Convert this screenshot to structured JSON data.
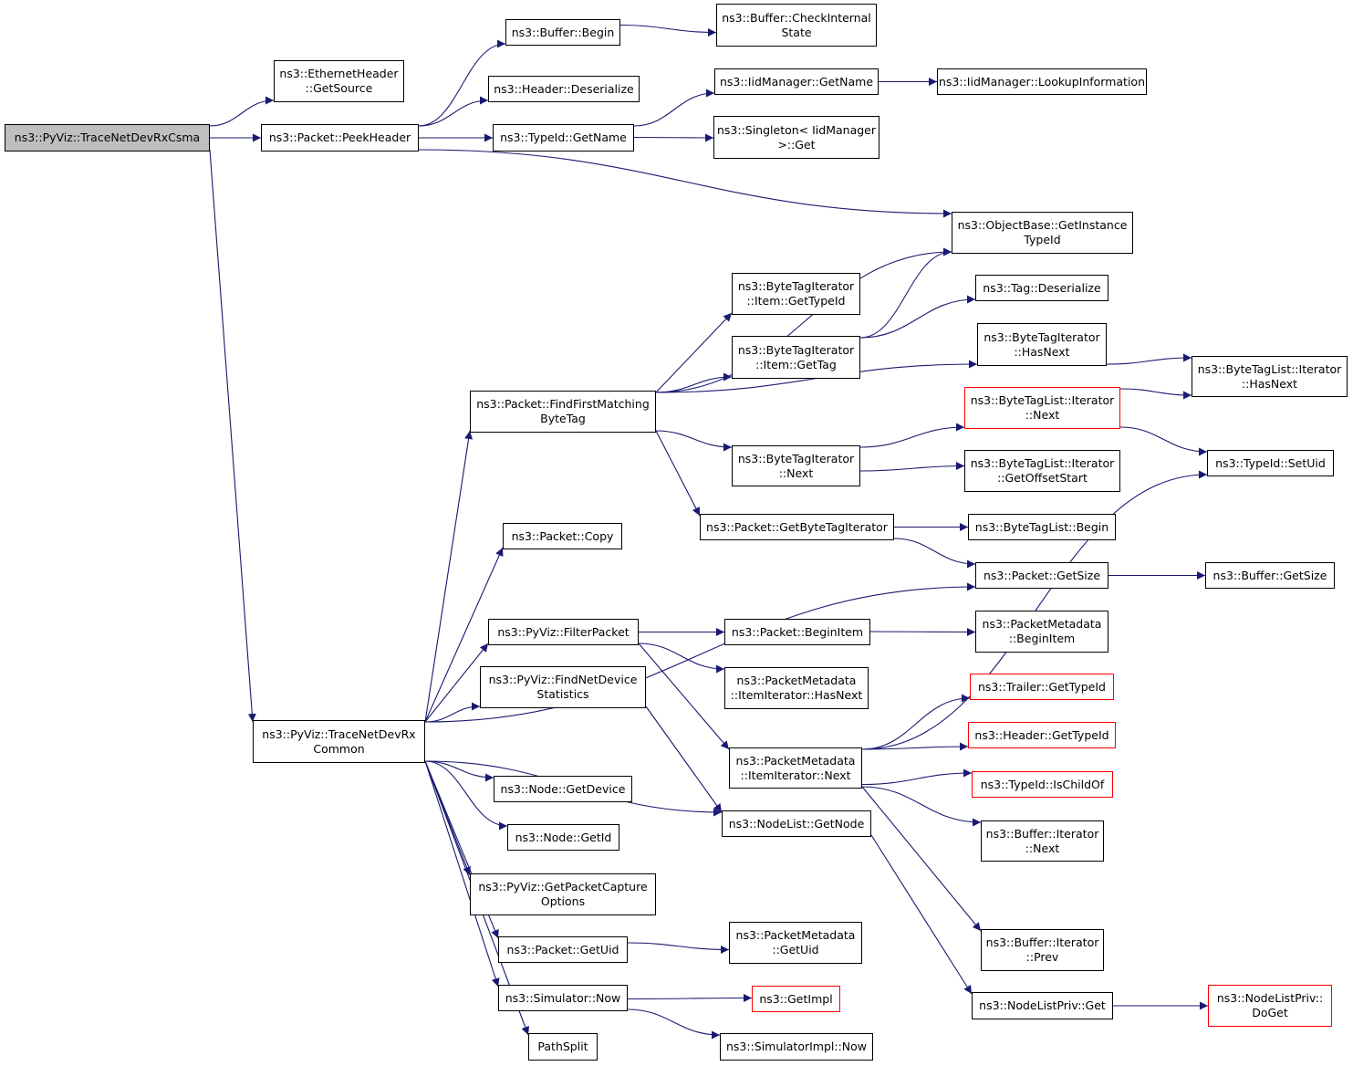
{
  "colors": {
    "edge": "#191970",
    "border": "#000000",
    "truncated_border": "#ff0000",
    "root_fill": "#bfbfbf"
  },
  "nodes": {
    "trace_net_dev_rx_csma": {
      "lines": [
        "ns3::PyViz::TraceNetDevRxCsma"
      ]
    },
    "ethernet_header_get_source": {
      "lines": [
        "ns3::EthernetHeader",
        "::GetSource"
      ]
    },
    "packet_peek_header": {
      "lines": [
        "ns3::Packet::PeekHeader"
      ]
    },
    "buffer_begin": {
      "lines": [
        "ns3::Buffer::Begin"
      ]
    },
    "buffer_check_internal_state": {
      "lines": [
        "ns3::Buffer::CheckInternal",
        "State"
      ]
    },
    "header_deserialize": {
      "lines": [
        "ns3::Header::Deserialize"
      ]
    },
    "typeid_get_name": {
      "lines": [
        "ns3::TypeId::GetName"
      ]
    },
    "iidmanager_get_name": {
      "lines": [
        "ns3::IidManager::GetName"
      ]
    },
    "iidmanager_lookup_information": {
      "lines": [
        "ns3::IidManager::LookupInformation"
      ]
    },
    "singleton_iidmanager_get": {
      "lines": [
        "ns3::Singleton< IidManager",
        ">::Get"
      ]
    },
    "objectbase_get_instance_typeid": {
      "lines": [
        "ns3::ObjectBase::GetInstance",
        "TypeId"
      ]
    },
    "bytetagiterator_item_get_typeid": {
      "lines": [
        "ns3::ByteTagIterator",
        "::Item::GetTypeId"
      ]
    },
    "tag_deserialize": {
      "lines": [
        "ns3::Tag::Deserialize"
      ]
    },
    "bytetagiterator_item_get_tag": {
      "lines": [
        "ns3::ByteTagIterator",
        "::Item::GetTag"
      ]
    },
    "bytetagiterator_has_next": {
      "lines": [
        "ns3::ByteTagIterator",
        "::HasNext"
      ]
    },
    "bytetaglist_iterator_has_next": {
      "lines": [
        "ns3::ByteTagList::Iterator",
        "::HasNext"
      ]
    },
    "packet_find_first_matching_bytetag": {
      "lines": [
        "ns3::Packet::FindFirstMatching",
        "ByteTag"
      ]
    },
    "bytetaglist_iterator_next": {
      "lines": [
        "ns3::ByteTagList::Iterator",
        "::Next"
      ]
    },
    "bytetagiterator_next": {
      "lines": [
        "ns3::ByteTagIterator",
        "::Next"
      ]
    },
    "typeid_set_uid": {
      "lines": [
        "ns3::TypeId::SetUid"
      ]
    },
    "bytetaglist_iterator_get_offset_start": {
      "lines": [
        "ns3::ByteTagList::Iterator",
        "::GetOffsetStart"
      ]
    },
    "packet_get_bytetag_iterator": {
      "lines": [
        "ns3::Packet::GetByteTagIterator"
      ]
    },
    "bytetaglist_begin": {
      "lines": [
        "ns3::ByteTagList::Begin"
      ]
    },
    "packet_copy": {
      "lines": [
        "ns3::Packet::Copy"
      ]
    },
    "packet_get_size": {
      "lines": [
        "ns3::Packet::GetSize"
      ]
    },
    "buffer_get_size": {
      "lines": [
        "ns3::Buffer::GetSize"
      ]
    },
    "pyviz_filter_packet": {
      "lines": [
        "ns3::PyViz::FilterPacket"
      ]
    },
    "packet_begin_item": {
      "lines": [
        "ns3::Packet::BeginItem"
      ]
    },
    "packetmetadata_begin_item": {
      "lines": [
        "ns3::PacketMetadata",
        "::BeginItem"
      ]
    },
    "pyviz_find_net_device_statistics": {
      "lines": [
        "ns3::PyViz::FindNetDevice",
        "Statistics"
      ]
    },
    "packetmetadata_itemiterator_has_next": {
      "lines": [
        "ns3::PacketMetadata",
        "::ItemIterator::HasNext"
      ]
    },
    "trailer_get_typeid": {
      "lines": [
        "ns3::Trailer::GetTypeId"
      ]
    },
    "trace_net_dev_rx_common": {
      "lines": [
        "ns3::PyViz::TraceNetDevRx",
        "Common"
      ]
    },
    "header_get_typeid": {
      "lines": [
        "ns3::Header::GetTypeId"
      ]
    },
    "packetmetadata_itemiterator_next": {
      "lines": [
        "ns3::PacketMetadata",
        "::ItemIterator::Next"
      ]
    },
    "typeid_is_child_of": {
      "lines": [
        "ns3::TypeId::IsChildOf"
      ]
    },
    "node_get_device": {
      "lines": [
        "ns3::Node::GetDevice"
      ]
    },
    "nodelist_get_node": {
      "lines": [
        "ns3::NodeList::GetNode"
      ]
    },
    "buffer_iterator_next": {
      "lines": [
        "ns3::Buffer::Iterator",
        "::Next"
      ]
    },
    "node_get_id": {
      "lines": [
        "ns3::Node::GetId"
      ]
    },
    "pyviz_get_packet_capture_options": {
      "lines": [
        "ns3::PyViz::GetPacketCapture",
        "Options"
      ]
    },
    "buffer_iterator_prev": {
      "lines": [
        "ns3::Buffer::Iterator",
        "::Prev"
      ]
    },
    "packetmetadata_get_uid": {
      "lines": [
        "ns3::PacketMetadata",
        "::GetUid"
      ]
    },
    "packet_get_uid": {
      "lines": [
        "ns3::Packet::GetUid"
      ]
    },
    "simulator_now": {
      "lines": [
        "ns3::Simulator::Now"
      ]
    },
    "get_impl": {
      "lines": [
        "ns3::GetImpl"
      ]
    },
    "nodelistpriv_get": {
      "lines": [
        "ns3::NodeListPriv::Get"
      ]
    },
    "nodelistpriv_do_get": {
      "lines": [
        "ns3::NodeListPriv::",
        "DoGet"
      ]
    },
    "simulatorimpl_now": {
      "lines": [
        "ns3::SimulatorImpl::Now"
      ]
    },
    "path_split": {
      "lines": [
        "PathSplit"
      ]
    }
  },
  "edges": [
    [
      "trace_net_dev_rx_csma",
      "ethernet_header_get_source"
    ],
    [
      "trace_net_dev_rx_csma",
      "packet_peek_header"
    ],
    [
      "trace_net_dev_rx_csma",
      "trace_net_dev_rx_common"
    ],
    [
      "packet_peek_header",
      "buffer_begin"
    ],
    [
      "packet_peek_header",
      "header_deserialize"
    ],
    [
      "packet_peek_header",
      "typeid_get_name"
    ],
    [
      "packet_peek_header",
      "objectbase_get_instance_typeid"
    ],
    [
      "buffer_begin",
      "buffer_check_internal_state"
    ],
    [
      "typeid_get_name",
      "iidmanager_get_name"
    ],
    [
      "typeid_get_name",
      "singleton_iidmanager_get"
    ],
    [
      "iidmanager_get_name",
      "iidmanager_lookup_information"
    ],
    [
      "packet_find_first_matching_bytetag",
      "objectbase_get_instance_typeid"
    ],
    [
      "packet_find_first_matching_bytetag",
      "bytetagiterator_item_get_typeid"
    ],
    [
      "packet_find_first_matching_bytetag",
      "bytetagiterator_item_get_tag"
    ],
    [
      "packet_find_first_matching_bytetag",
      "bytetagiterator_has_next"
    ],
    [
      "packet_find_first_matching_bytetag",
      "bytetagiterator_next"
    ],
    [
      "packet_find_first_matching_bytetag",
      "packet_get_bytetag_iterator"
    ],
    [
      "bytetagiterator_item_get_tag",
      "objectbase_get_instance_typeid"
    ],
    [
      "bytetagiterator_item_get_tag",
      "tag_deserialize"
    ],
    [
      "bytetagiterator_has_next",
      "bytetaglist_iterator_has_next"
    ],
    [
      "bytetagiterator_next",
      "bytetaglist_iterator_next"
    ],
    [
      "bytetagiterator_next",
      "bytetaglist_iterator_get_offset_start"
    ],
    [
      "bytetaglist_iterator_next",
      "bytetaglist_iterator_has_next"
    ],
    [
      "bytetaglist_iterator_next",
      "typeid_set_uid"
    ],
    [
      "packet_get_bytetag_iterator",
      "bytetaglist_begin"
    ],
    [
      "packet_get_bytetag_iterator",
      "packet_get_size"
    ],
    [
      "packet_get_size",
      "buffer_get_size"
    ],
    [
      "pyviz_filter_packet",
      "packet_begin_item"
    ],
    [
      "pyviz_filter_packet",
      "packetmetadata_itemiterator_has_next"
    ],
    [
      "pyviz_filter_packet",
      "packetmetadata_itemiterator_next"
    ],
    [
      "packet_begin_item",
      "packetmetadata_begin_item"
    ],
    [
      "packetmetadata_itemiterator_next",
      "trailer_get_typeid"
    ],
    [
      "packetmetadata_itemiterator_next",
      "header_get_typeid"
    ],
    [
      "packetmetadata_itemiterator_next",
      "typeid_is_child_of"
    ],
    [
      "packetmetadata_itemiterator_next",
      "buffer_iterator_next"
    ],
    [
      "packetmetadata_itemiterator_next",
      "buffer_iterator_prev"
    ],
    [
      "packetmetadata_itemiterator_next",
      "typeid_set_uid"
    ],
    [
      "pyviz_find_net_device_statistics",
      "nodelist_get_node"
    ],
    [
      "nodelist_get_node",
      "nodelistpriv_get"
    ],
    [
      "nodelistpriv_get",
      "nodelistpriv_do_get"
    ],
    [
      "trace_net_dev_rx_common",
      "packet_find_first_matching_bytetag"
    ],
    [
      "trace_net_dev_rx_common",
      "packet_copy"
    ],
    [
      "trace_net_dev_rx_common",
      "packet_get_size"
    ],
    [
      "trace_net_dev_rx_common",
      "pyviz_filter_packet"
    ],
    [
      "trace_net_dev_rx_common",
      "pyviz_find_net_device_statistics"
    ],
    [
      "trace_net_dev_rx_common",
      "nodelist_get_node"
    ],
    [
      "trace_net_dev_rx_common",
      "node_get_device"
    ],
    [
      "trace_net_dev_rx_common",
      "node_get_id"
    ],
    [
      "trace_net_dev_rx_common",
      "pyviz_get_packet_capture_options"
    ],
    [
      "trace_net_dev_rx_common",
      "packet_get_uid"
    ],
    [
      "trace_net_dev_rx_common",
      "simulator_now"
    ],
    [
      "trace_net_dev_rx_common",
      "path_split"
    ],
    [
      "packet_get_uid",
      "packetmetadata_get_uid"
    ],
    [
      "simulator_now",
      "get_impl"
    ],
    [
      "simulator_now",
      "simulatorimpl_now"
    ]
  ]
}
